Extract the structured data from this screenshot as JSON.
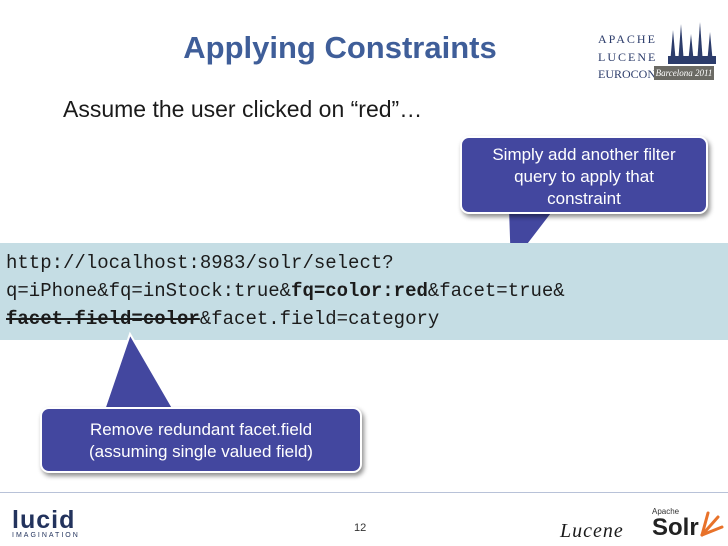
{
  "slide": {
    "title": "Applying Constraints",
    "subtitle": "Assume the user clicked on “red”…",
    "page_number": "12"
  },
  "conference_logo": {
    "line1": "APACHE",
    "line2": "LUCENE",
    "line3": "EUROCON",
    "badge": "Barcelona 2011"
  },
  "callouts": {
    "top": [
      "Simply add another filter",
      "query to apply that",
      "constraint"
    ],
    "bottom": [
      "Remove redundant facet.field",
      "(assuming single valued field)"
    ]
  },
  "url": {
    "line1": "http://localhost:8983/solr/select?",
    "line2_a": "q=iPhone&fq=inStock:true&",
    "line2_bold": "fq=color:red",
    "line2_b": "&facet=true&",
    "line3_strike": "facet.field=color",
    "line3_rest": "&facet.field=category"
  },
  "footer": {
    "lucid_word": "lucid",
    "lucid_sub": "IMAGINATION",
    "lucene": "Lucene",
    "solr_apache": "Apache",
    "solr": "Solr"
  },
  "colors": {
    "title": "#3f5e99",
    "callout": "#43479f",
    "url_band": "#c5dde4"
  }
}
